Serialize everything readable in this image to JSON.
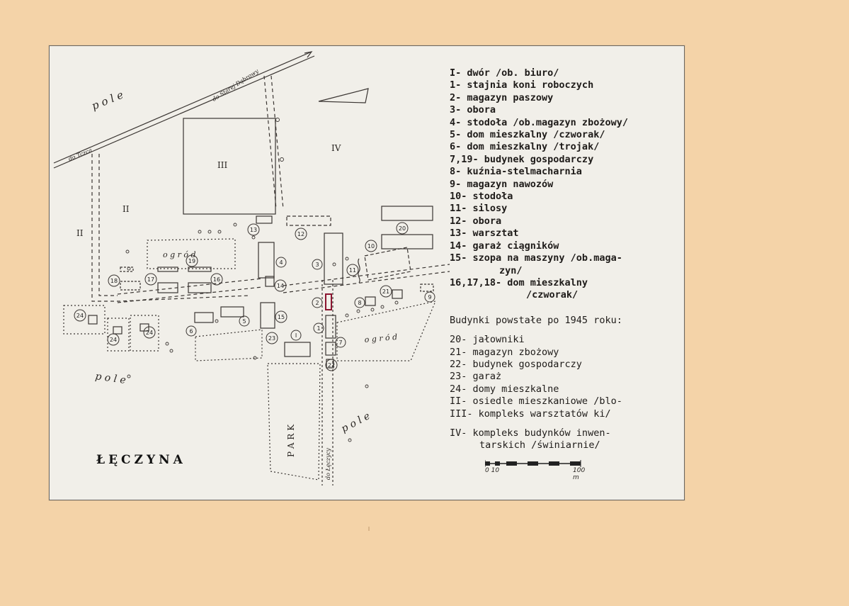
{
  "map_title": "ŁĘCZYNA",
  "map_labels": {
    "pole": [
      "p o l e",
      "p o l e",
      "p o l e"
    ],
    "ogrod": [
      "o g r ó d",
      "o g r ó d"
    ],
    "park": "P A R K",
    "road_upper": "do Starej Dąbrowy",
    "road_left": "do Tczca",
    "road_lower": "do Łęczycy",
    "zones": [
      "III",
      "IV",
      "II",
      "II"
    ]
  },
  "building_numbers": [
    "I",
    "1",
    "2",
    "3",
    "4",
    "5",
    "6",
    "7",
    "8",
    "9",
    "10",
    "11",
    "12",
    "13",
    "14",
    "15",
    "16",
    "17",
    "18",
    "19",
    "20",
    "21",
    "22",
    "23",
    "24",
    "24",
    "24"
  ],
  "legend": {
    "main": [
      "I- dwór /ob. biuro/",
      "1- stajnia koni roboczych",
      "2- magazyn paszowy",
      "3- obora",
      "4- stodoła /ob.magazyn zbożowy/",
      "5- dom mieszkalny /czworak/",
      "6- dom mieszkalny /trojak/",
      "7,19- budynek gospodarczy",
      "8- kuźnia-stelmacharnia",
      "9- magazyn nawozów",
      "10- stodoła",
      "11- silosy",
      "12- obora",
      "13- warsztat",
      "14- garaż ciągników",
      "15- szopa na maszyny /ob.maga-"
    ],
    "main_cont1": "zyn/",
    "main_16": "16,17,18- dom mieszkalny",
    "main_16_cont": "/czworak/",
    "post_title": "Budynki powstałe po 1945 roku:",
    "post": [
      "20- jałowniki",
      "21- magazyn zbożowy",
      "22- budynek gospodarczy",
      "23- garaż",
      "24- domy mieszkalne",
      "II- osiedle mieszkaniowe /blo-",
      "III- kompleks warsztatów   ki/"
    ],
    "post_iv": "IV- kompleks budynków inwen-",
    "post_iv_cont": "tarskich /świniarnie/"
  },
  "scale": {
    "left": "0 10",
    "right": "100 m"
  }
}
